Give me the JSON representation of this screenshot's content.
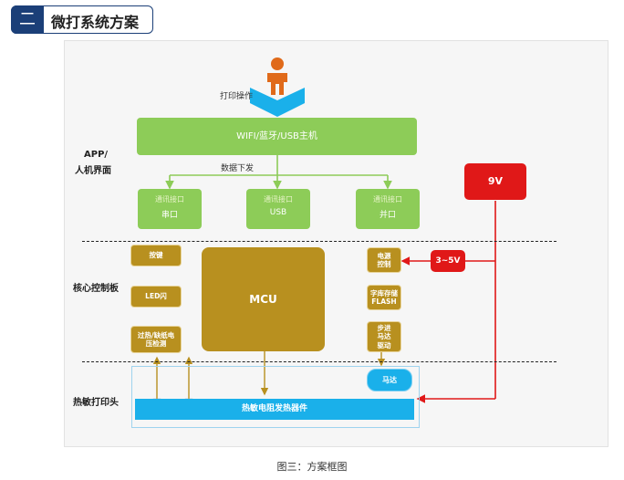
{
  "header": {
    "section_number": "二",
    "title": "微打系统方案"
  },
  "diagram": {
    "print_op_label": "打印操作",
    "host_bar": "WIFI/蓝牙/USB主机",
    "data_down_label": "数据下发",
    "ports": [
      {
        "line1": "通讯接口",
        "line2": "串口"
      },
      {
        "line1": "通讯接口",
        "line2": "USB"
      },
      {
        "line1": "通讯接口",
        "line2": "并口"
      }
    ],
    "layers": {
      "app_line1": "APP/",
      "app_line2": "人机界面",
      "core": "核心控制板",
      "head": "热敏打印头"
    },
    "power_9v": "9V",
    "power_3_5v": "3~5V",
    "left_modules": {
      "key": "按键",
      "led": "LED闪",
      "detect_line1": "过热/缺纸电",
      "detect_line2": "压检测"
    },
    "mcu": "MCU",
    "right_modules": {
      "power_line1": "电源",
      "power_line2": "控制",
      "flash_line1": "字库存储",
      "flash_line2": "FLASH",
      "motor_line1": "步进",
      "motor_line2": "马达",
      "motor_line3": "驱动"
    },
    "motor": "马达",
    "heater_bar": "热敏电阻发热器件",
    "colors": {
      "green": "#8dcc58",
      "gold": "#b8901f",
      "red": "#e01818",
      "blue": "#1ab0ea",
      "navy": "#1b3f78"
    }
  },
  "caption": "图三：方案框图"
}
